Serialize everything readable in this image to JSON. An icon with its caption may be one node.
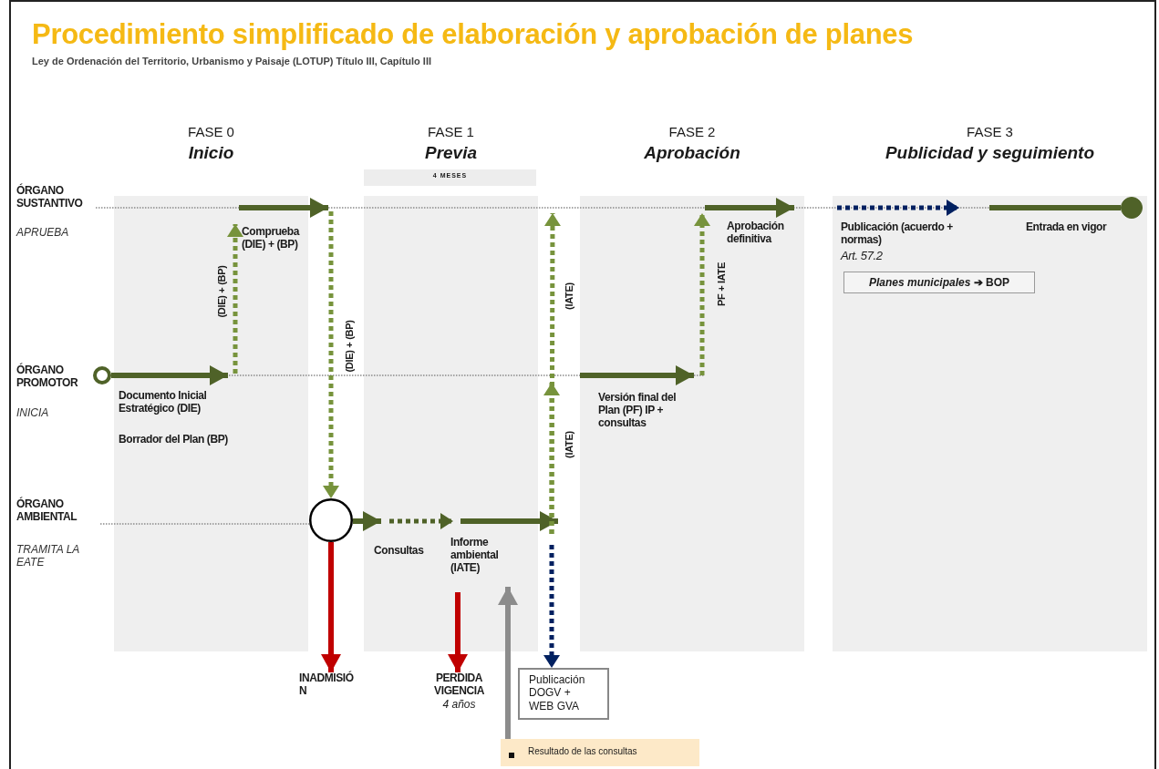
{
  "diagram": {
    "title": "Procedimiento simplificado de elaboración y aprobación de planes",
    "nodes": [
      {
        "text": [
          "FASE 0",
          "Inicio"
        ]
      },
      {
        "text": [
          "Comprueba (DIE) + (BP)"
        ],
        "in": 0
      },
      {
        "text": [
          "Documento Inicial Estratégico (DIE)"
        ],
        "in": 0
      },
      {
        "text": [
          "Borrador del Plan (BP)"
        ],
        "in": 0
      },
      {
        "text": [
          "FASE 1",
          "Previa"
        ]
      },
      {
        "text": [
          "4 MESES"
        ]
      },
      {
        "text": [
          "Consultas"
        ],
        "in": 4
      },
      {
        "text": [
          "Informe ambiental (IATE)"
        ],
        "in": 4
      },
      {
        "text": [
          "FASE 2",
          "Aprobación"
        ]
      },
      {
        "text": [
          "Aprobación definitiva"
        ],
        "in": 8
      },
      {
        "text": [
          "Versión final del Plan (PF) IP + consultas"
        ],
        "in": 8
      },
      {
        "text": [
          "FASE 3",
          "Publicidad y seguimiento"
        ]
      },
      {
        "text": [
          "Publicación (acuerdo + normas)",
          "Art. 57.2"
        ],
        "in": 11
      },
      {
        "text": [
          "*Planes municipales* ➔ BOP"
        ],
        "in": 11
      },
      {
        "text": [
          "Entrada en vigor"
        ],
        "in": 11
      },
      {
        "text": [],
        "shape": "circle"
      },
      {
        "text": [],
        "shape": "circle"
      },
      {
        "text": [],
        "shape": "circle",
        "in": 11
      },
      {
        "text": [
          "INADMISIÓ N"
        ]
      },
      {
        "text": [
          "PERDIDA VIGENCIA",
          "4 años"
        ]
      },
      {
        "text": [
          "Publicación DOGV + WEB GVA"
        ]
      },
      {
        "text": [
          "Resultado de las consultas"
        ]
      }
    ],
    "edges": [
      {
        "from": 15,
        "to": 2,
        "arrow": "to"
      },
      {
        "from": 2,
        "to": 1,
        "arrow": "to",
        "style": "dashed",
        "color": "#77933c",
        "label": "(DIE) + (BP)"
      },
      {
        "from": null,
        "to": 1,
        "arrow": "to"
      },
      {
        "from": null,
        "to": 16,
        "arrow": "to",
        "style": "dashed",
        "color": "#77933c",
        "label": "(DIE) + (BP)"
      },
      {
        "from": 16,
        "to": 6,
        "arrow": "to"
      },
      {
        "from": 6,
        "to": 7,
        "arrow": "to",
        "style": "dashed"
      },
      {
        "from": 7,
        "to": null,
        "arrow": "to"
      },
      {
        "from": 7,
        "to": null,
        "arrow": "to",
        "style": "dashed",
        "color": "#77933c",
        "label": "(IATE)"
      },
      {
        "from": 7,
        "to": null,
        "arrow": "to",
        "style": "dashed",
        "color": "#77933c",
        "label": "(IATE)"
      },
      {
        "from": 7,
        "to": 20,
        "arrow": "to",
        "style": "dashed",
        "color": "#002060"
      },
      {
        "from": 16,
        "to": 18,
        "arrow": "to",
        "color": "#c00000"
      },
      {
        "from": 7,
        "to": 19,
        "arrow": "to",
        "color": "#c00000"
      },
      {
        "from": 21,
        "to": 7,
        "arrow": "to",
        "color": "#8c8c8c"
      },
      {
        "from": null,
        "to": 10,
        "arrow": "to"
      },
      {
        "from": null,
        "to": 9,
        "arrow": "to",
        "style": "dashed",
        "color": "#77933c",
        "label": "PF + IATE"
      },
      {
        "from": null,
        "to": 9,
        "arrow": "to"
      },
      {
        "from": null,
        "to": 12,
        "arrow": "to",
        "style": "dashed",
        "color": "#002060"
      },
      {
        "from": null,
        "to": 17,
        "arrow": "none"
      }
    ],
    "labels": [
      "Ley de Ordenación del Territorio, Urbanismo y Paisaje (LOTUP) Título III, Capítulo III",
      "ÓRGANO SUSTANTIVO",
      "APRUEBA",
      "ÓRGANO PROMOTOR",
      "INICIA",
      "ÓRGANO AMBIENTAL",
      "TRAMITA LA EATE"
    ]
  }
}
